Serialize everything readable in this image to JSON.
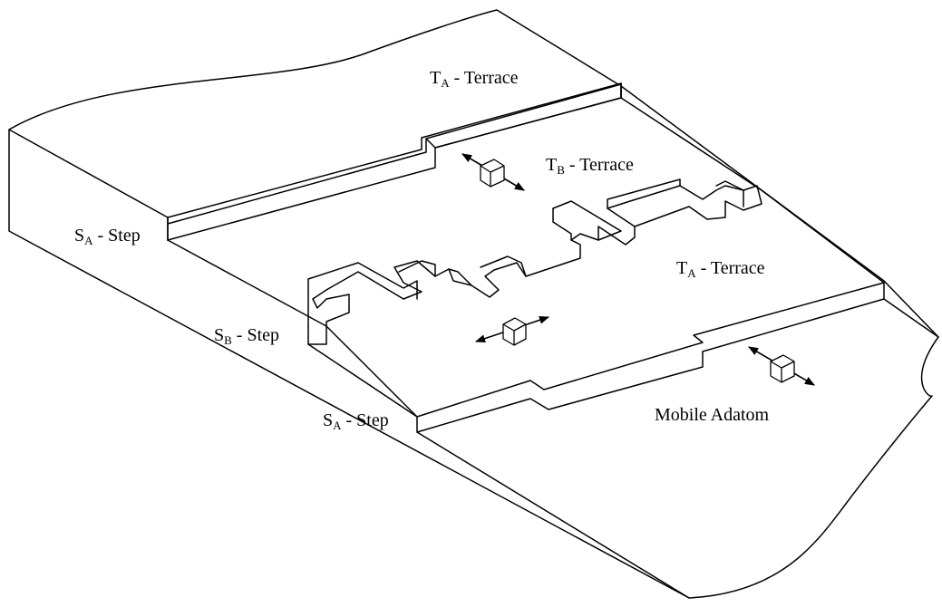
{
  "labels": {
    "terrace_a_top": {
      "sym": "T",
      "sub": "A",
      "text": " - Terrace"
    },
    "terrace_b": {
      "sym": "T",
      "sub": "B",
      "text": " - Terrace"
    },
    "terrace_a_right": {
      "sym": "T",
      "sub": "A",
      "text": " - Terrace"
    },
    "step_a_upper": {
      "sym": "S",
      "sub": "A",
      "text": " - Step"
    },
    "step_b": {
      "sym": "S",
      "sub": "B",
      "text": " - Step"
    },
    "step_a_lower": {
      "sym": "S",
      "sub": "A",
      "text": " - Step"
    },
    "mobile_adatom": "Mobile Adatom"
  },
  "colors": {
    "line": "#000000",
    "background": "#ffffff"
  }
}
